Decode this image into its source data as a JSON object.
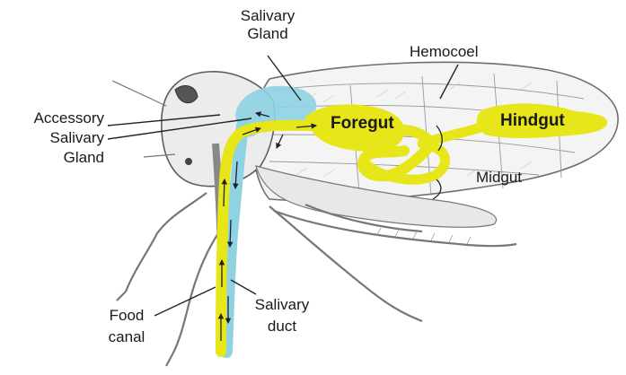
{
  "labels": {
    "salivary_gland_1": "Salivary",
    "salivary_gland_2": "Gland",
    "hemocoel": "Hemocoel",
    "accessory_1": "Accessory",
    "accessory_2": "Salivary",
    "accessory_3": "Gland",
    "foregut": "Foregut",
    "hindgut": "Hindgut",
    "midgut": "Midgut",
    "food_canal_1": "Food",
    "food_canal_2": "canal",
    "salivary_duct_1": "Salivary",
    "salivary_duct_2": "duct"
  },
  "colors": {
    "gut": "#e6e619",
    "salivary": "#8fd3e3",
    "insect_line": "#6f6f6f",
    "insect_fill": "#f2f2f2",
    "leader": "#222222"
  },
  "icons": [
    "leafhopper-illustration",
    "flow-arrow"
  ]
}
